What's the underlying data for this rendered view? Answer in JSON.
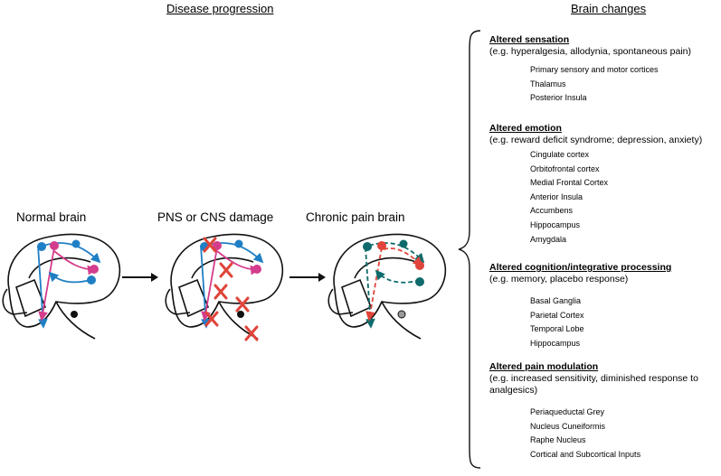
{
  "headers": {
    "disease_progression": "Disease progression",
    "brain_changes": "Brain changes"
  },
  "stages": [
    {
      "label": "Normal brain"
    },
    {
      "label": "PNS or CNS damage"
    },
    {
      "label": "Chronic pain brain"
    }
  ],
  "sections": [
    {
      "title": "Altered sensation",
      "example": "(e.g. hyperalgesia, allodynia, spontaneous pain)",
      "items": [
        "Primary sensory and motor cortices",
        "Thalamus",
        "Posterior Insula"
      ]
    },
    {
      "title": "Altered emotion",
      "example": "(e.g. reward deficit syndrome; depression, anxiety)",
      "items": [
        "Cingulate cortex",
        "Orbitofrontal cortex",
        "Medial Frontal Cortex",
        "Anterior Insula",
        "Accumbens",
        "Hippocampus",
        "Amygdala"
      ]
    },
    {
      "title": "Altered cognition/integrative processing",
      "example": "(e.g. memory, placebo response)",
      "items": [
        "Basal Ganglia",
        "Parietal Cortex",
        "Temporal Lobe",
        "Hippocampus"
      ]
    },
    {
      "title": "Altered pain modulation",
      "example": "(e.g. increased sensitivity, diminished response to analgesics)",
      "items": [
        "Periaqueductal Grey",
        "Nucleus Cuneiformis",
        "Raphe Nucleus",
        "Cortical and Subcortical Inputs"
      ]
    }
  ],
  "colors": {
    "blue": "#1f7fc4",
    "pink": "#d43c8c",
    "teal": "#0f6b6b",
    "red_dashed": "#e0443a",
    "cross": "#e0443a"
  }
}
